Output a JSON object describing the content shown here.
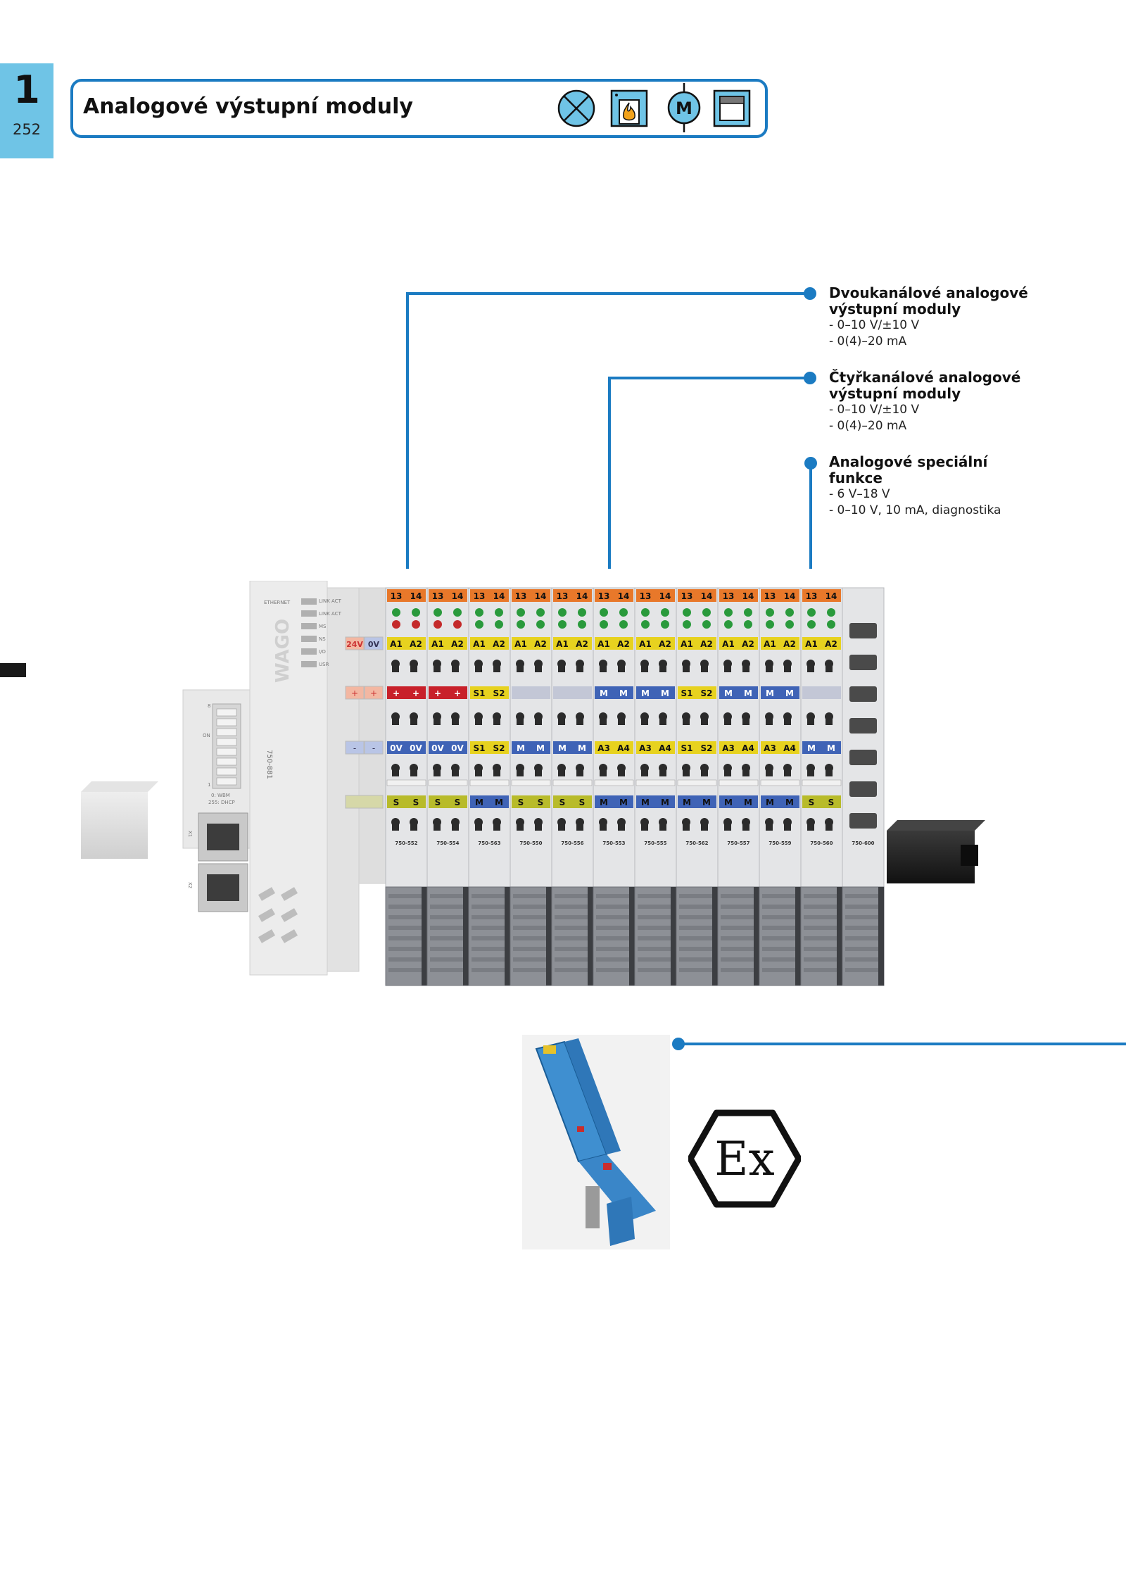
{
  "chapter": {
    "number": "1",
    "page": "252"
  },
  "title": "Analogové výstupní moduly",
  "header_icons": [
    "lamp-icon",
    "fire-icon",
    "motor-icon",
    "window-blind-icon"
  ],
  "callouts": [
    {
      "title": "Dvoukanálové analogové výstupní moduly",
      "items": [
        "- 0–10 V/±10 V",
        "- 0(4)–20 mA"
      ]
    },
    {
      "title": "Čtyřkanálové analogové výstupní moduly",
      "items": [
        "- 0–10 V/±10 V",
        "- 0(4)–20 mA"
      ]
    },
    {
      "title": "Analogové speciální funkce",
      "items": [
        "- 6 V–18 V",
        "- 0–10 V, 10 mA, diagnostika"
      ]
    }
  ],
  "product": {
    "controller": {
      "led_labels": [
        "ETHERNET",
        "LINK ACT",
        "LINK ACT",
        "MS",
        "NS",
        "I/O",
        "USR"
      ],
      "brand": "WAGO",
      "part": "750-881",
      "dip_labels": [
        "ON",
        "8",
        "1"
      ],
      "mode_labels": [
        "0: WBM",
        "255: DHCP"
      ],
      "port_labels": [
        "X1",
        "X2"
      ],
      "terminal_labels": [
        "24V",
        "0V",
        "+",
        "+",
        "-",
        "-"
      ]
    },
    "modules": [
      {
        "part": "750-552",
        "r1": [
          "A1",
          "A2"
        ],
        "r2": [
          "+",
          "+"
        ],
        "r2c": "#c8202a",
        "r3": [
          "0V",
          "0V"
        ],
        "r3c": "#3f63b6",
        "r4": [
          "S",
          "S"
        ],
        "r4c": "#b8bb2a"
      },
      {
        "part": "750-554",
        "r1": [
          "A1",
          "A2"
        ],
        "r2": [
          "+",
          "+"
        ],
        "r2c": "#c8202a",
        "r3": [
          "0V",
          "0V"
        ],
        "r3c": "#3f63b6",
        "r4": [
          "S",
          "S"
        ],
        "r4c": "#b8bb2a"
      },
      {
        "part": "750-563",
        "r1": [
          "A1",
          "A2"
        ],
        "r2": [
          "S1",
          "S2"
        ],
        "r2c": "#e7d21f",
        "r3": [
          "S1",
          "S2"
        ],
        "r3c": "#e7d21f",
        "r4": [
          "M",
          "M"
        ],
        "r4c": "#3f63b6"
      },
      {
        "part": "750-550",
        "r1": [
          "A1",
          "A2"
        ],
        "r2": [
          "",
          ""
        ],
        "r2c": "#c3c7d6",
        "r3": [
          "M",
          "M"
        ],
        "r3c": "#3f63b6",
        "r4": [
          "S",
          "S"
        ],
        "r4c": "#b8bb2a"
      },
      {
        "part": "750-556",
        "r1": [
          "A1",
          "A2"
        ],
        "r2": [
          "",
          ""
        ],
        "r2c": "#c3c7d6",
        "r3": [
          "M",
          "M"
        ],
        "r3c": "#3f63b6",
        "r4": [
          "S",
          "S"
        ],
        "r4c": "#b8bb2a"
      },
      {
        "part": "750-553",
        "r1": [
          "A1",
          "A2"
        ],
        "r2": [
          "M",
          "M"
        ],
        "r2c": "#3f63b6",
        "r3": [
          "A3",
          "A4"
        ],
        "r3c": "#e7d21f",
        "r4": [
          "M",
          "M"
        ],
        "r4c": "#3f63b6"
      },
      {
        "part": "750-555",
        "r1": [
          "A1",
          "A2"
        ],
        "r2": [
          "M",
          "M"
        ],
        "r2c": "#3f63b6",
        "r3": [
          "A3",
          "A4"
        ],
        "r3c": "#e7d21f",
        "r4": [
          "M",
          "M"
        ],
        "r4c": "#3f63b6"
      },
      {
        "part": "750-562",
        "r1": [
          "A1",
          "A2"
        ],
        "r2": [
          "S1",
          "S2"
        ],
        "r2c": "#e7d21f",
        "r3": [
          "S1",
          "S2"
        ],
        "r3c": "#e7d21f",
        "r4": [
          "M",
          "M"
        ],
        "r4c": "#3f63b6"
      },
      {
        "part": "750-557",
        "r1": [
          "A1",
          "A2"
        ],
        "r2": [
          "M",
          "M"
        ],
        "r2c": "#3f63b6",
        "r3": [
          "A3",
          "A4"
        ],
        "r3c": "#e7d21f",
        "r4": [
          "M",
          "M"
        ],
        "r4c": "#3f63b6"
      },
      {
        "part": "750-559",
        "r1": [
          "A1",
          "A2"
        ],
        "r2": [
          "M",
          "M"
        ],
        "r2c": "#3f63b6",
        "r3": [
          "A3",
          "A4"
        ],
        "r3c": "#e7d21f",
        "r4": [
          "M",
          "M"
        ],
        "r4c": "#3f63b6"
      },
      {
        "part": "750-560",
        "r1": [
          "A1",
          "A2"
        ],
        "r2": [
          "",
          ""
        ],
        "r2c": "#c3c7d6",
        "r3": [
          "M",
          "M"
        ],
        "r3c": "#3f63b6",
        "r4": [
          "S",
          "S"
        ],
        "r4c": "#b8bb2a"
      },
      {
        "part": "750-600",
        "r1": null
      }
    ],
    "top_labels": [
      "13",
      "14"
    ]
  },
  "ex_mark": "Ex",
  "colors": {
    "accent": "#1b7bc2",
    "tab": "#6fc4e6",
    "terminal_orange": "#e8782a",
    "module_grey": "#8d9096"
  }
}
